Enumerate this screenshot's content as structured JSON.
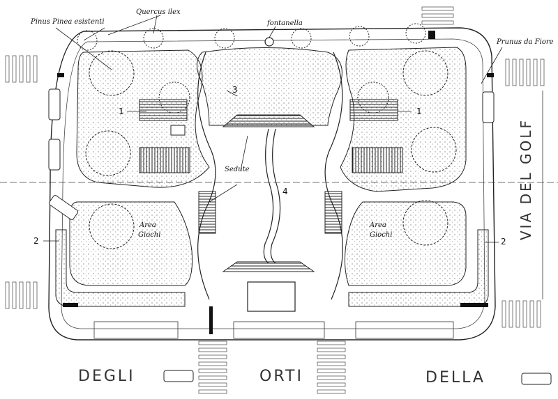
{
  "labels": {
    "pinus": "Pinus Pinea esistenti",
    "quercus": "Quercus ilex",
    "fontanella": "fontanella",
    "prunus": "Prunus da Fiore",
    "sedute": "Sedute",
    "area_giochi_left_1": "Area",
    "area_giochi_left_2": "Giochi",
    "area_giochi_right_1": "Area",
    "area_giochi_right_2": "Giochi"
  },
  "numbers": {
    "n1_left": "1",
    "n1_right": "1",
    "n2_left": "2",
    "n2_right": "2",
    "n3": "3",
    "n4": "4"
  },
  "streets": {
    "bottom_1": "DEGLI",
    "bottom_2": "ORTI",
    "bottom_3": "DELLA",
    "right": "VIA DEL GOLF"
  },
  "colors": {
    "ink": "#1a1a1a",
    "paper": "#ffffff"
  }
}
